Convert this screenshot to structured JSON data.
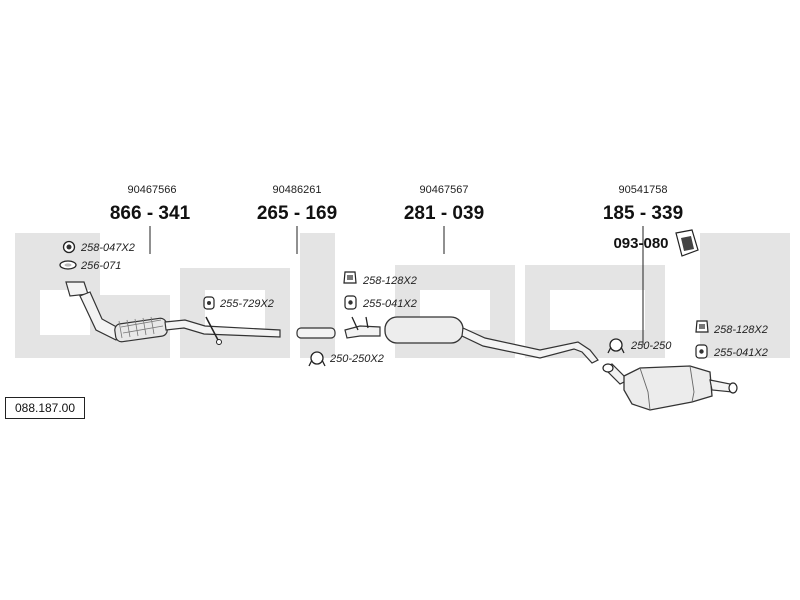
{
  "catalog_number": "088.187.00",
  "parts": [
    {
      "oem": "90467566",
      "part": "866 - 341"
    },
    {
      "oem": "90486261",
      "part": "265 - 169"
    },
    {
      "oem": "90467567",
      "part": "281 - 039"
    },
    {
      "oem": "90541758",
      "part": "185 - 339"
    }
  ],
  "mount_part": "093-080",
  "accessories": {
    "gasket_front": "258-047X2",
    "ring_front": "256-071",
    "rubber_front": "255-729X2",
    "bracket_mid": "258-128X2",
    "rubber_mid": "255-041X2",
    "clamp_mid": "250-250X2",
    "clamp_rear": "250-250",
    "bracket_rear": "258-128X2",
    "rubber_rear": "255-041X2"
  },
  "colors": {
    "watermark": "#e3e3e3",
    "line": "#222222"
  }
}
